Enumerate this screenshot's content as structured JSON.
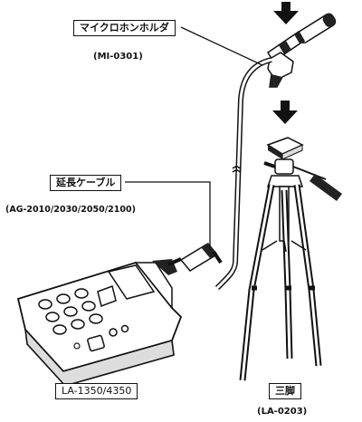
{
  "labels": {
    "mic_holder": "マイクロホンホルダ",
    "mic_holder_model": "(MI-0301)",
    "extension_cable": "延長ケーブル",
    "extension_cable_models": "(AG-2010/2030/2050/2100)",
    "meter_model": "LA-1350/4350",
    "tripod": "三脚",
    "tripod_model": "(LA-0203)"
  },
  "colors": {
    "line": "#111111",
    "fill_dark": "#222222",
    "fill_light": "#ffffff",
    "shade": "#dddddd"
  },
  "icons": {
    "arrow_mic": "down-arrow-icon",
    "arrow_tripod": "down-arrow-icon"
  }
}
